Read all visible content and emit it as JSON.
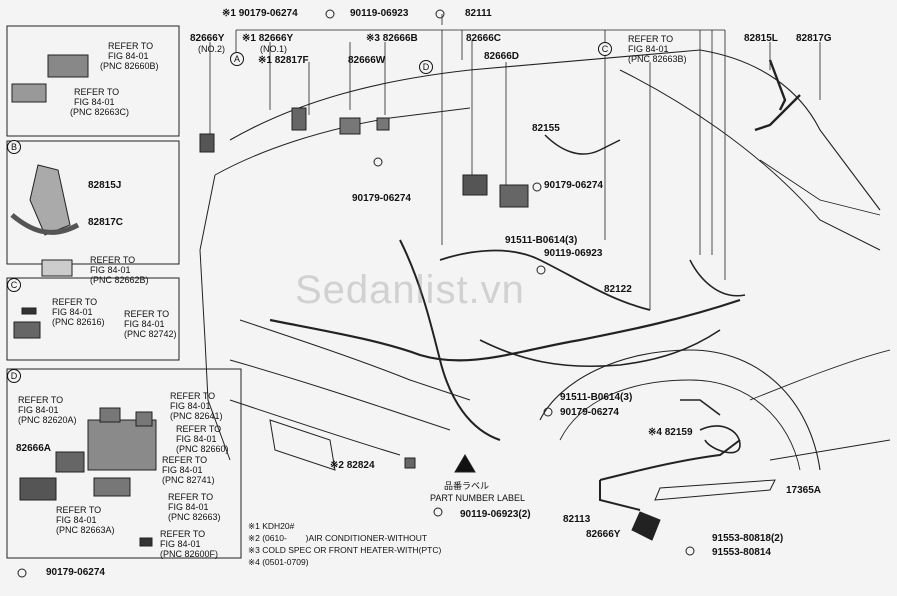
{
  "watermark": "Sedanlist.vn",
  "inset_a": {
    "refs": [
      {
        "lines": [
          "REFER TO",
          "FIG 84-01",
          "(PNC 82660B)"
        ]
      },
      {
        "lines": [
          "REFER TO",
          "FIG 84-01",
          "(PNC 82663C)"
        ]
      }
    ]
  },
  "inset_b": {
    "letter": "B",
    "parts": [
      "82815J",
      "82817C"
    ],
    "ref": [
      "REFER TO",
      "FIG 84-01",
      "(PNC 82662B)"
    ]
  },
  "inset_c": {
    "letter": "C",
    "ref1": [
      "REFER TO",
      "FIG 84-01",
      "(PNC 82616)"
    ],
    "ref2": [
      "REFER TO",
      "FIG 84-01",
      "(PNC 82742)"
    ]
  },
  "inset_d": {
    "letter": "D",
    "part": "82666A",
    "bottom_part": "90179-06274",
    "refs": [
      [
        "REFER TO",
        "FIG 84-01",
        "(PNC 82620A)"
      ],
      [
        "REFER TO",
        "FIG 84-01",
        "(PNC 82641)"
      ],
      [
        "REFER TO",
        "FIG 84-01",
        "(PNC 82660)"
      ],
      [
        "REFER TO",
        "FIG 84-01",
        "(PNC 82741)"
      ],
      [
        "REFER TO",
        "FIG 84-01",
        "(PNC 82663)"
      ],
      [
        "REFER TO",
        "FIG 84-01",
        "(PNC 82663A)"
      ],
      [
        "REFER TO",
        "FIG 84-01",
        "(PNC 82600F)"
      ]
    ]
  },
  "main": {
    "top": {
      "p1": "※1 90179-06274",
      "p2": "90119-06923",
      "p3": "82111",
      "p4": "82666Y",
      "p4_note": "(NO.2)",
      "p5": "※1 82666Y",
      "p5_note": "(NO.1)",
      "p6": "※3 82666B",
      "p7": "82666C",
      "p8": "82666D",
      "p9": "※1 82817F",
      "p10": "82666W",
      "p11": "82815L",
      "p12": "82817G",
      "ref": [
        "REFER TO",
        "FIG 84-01",
        "(PNC 82663B)"
      ]
    },
    "circles": {
      "a": "A",
      "c": "C",
      "d": "D"
    },
    "middle": {
      "m1": "82155",
      "m2": "90179-06274",
      "m3": "90179-06274",
      "m4": "91511-B0614(3)",
      "m5": "90119-06923",
      "m6": "82122",
      "m7": "91511-B0614(3)",
      "m8": "90179-06274",
      "m9": "※4 82159",
      "m10": "※2 82824",
      "m11": "17365A",
      "label_jp": "品番ラベル",
      "label_en": "PART NUMBER LABEL",
      "m12": "90119-06923(2)",
      "m13": "82113",
      "m14": "82666Y",
      "m15": "91553-80818(2)",
      "m16": "91553-80814"
    }
  },
  "notes": [
    "※1 KDH20#",
    "※2 (0610-        )AIR CONDITIONER-WITHOUT",
    "※3 COLD SPEC OR FRONT HEATER-WITH(PTC)",
    "※4 (0501-0709)"
  ]
}
